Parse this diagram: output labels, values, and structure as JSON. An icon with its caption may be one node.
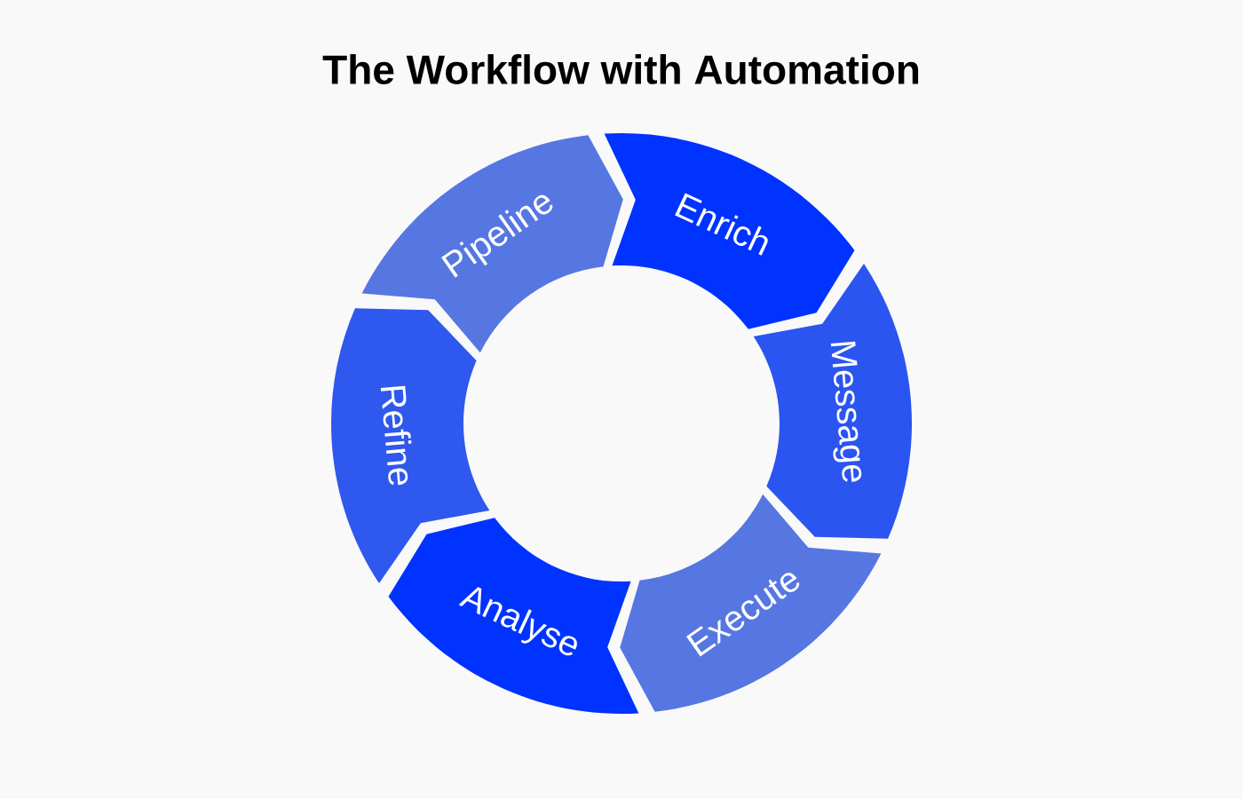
{
  "diagram": {
    "title": "The Workflow with Automation",
    "nodes": [
      {
        "text": [
          "Pipeline"
        ]
      },
      {
        "text": [
          "Enrich"
        ]
      },
      {
        "text": [
          "Message"
        ]
      },
      {
        "text": [
          "Execute"
        ]
      },
      {
        "text": [
          "Analyse"
        ]
      },
      {
        "text": [
          "Refine"
        ]
      }
    ]
  }
}
